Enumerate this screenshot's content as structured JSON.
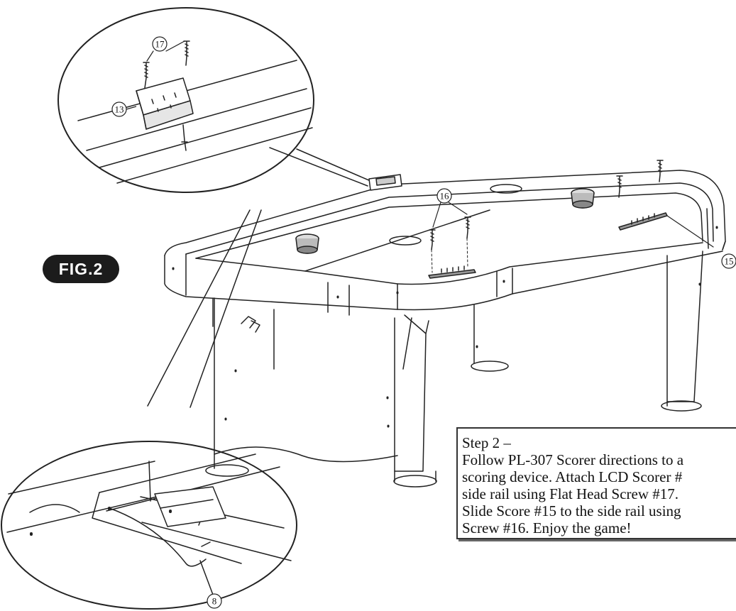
{
  "figure": {
    "label": "FIG.2"
  },
  "callouts": {
    "c17": "17",
    "c13": "13",
    "c16": "16",
    "c15": "15",
    "c8": "8"
  },
  "step_box": {
    "title": "Step 2 –",
    "lines": [
      "Follow PL-307 Scorer directions to a",
      "scoring device. Attach LCD Scorer #",
      "side rail using Flat Head Screw #17. ",
      "Slide Score #15 to the side rail using",
      "Screw #16. Enjoy the game!"
    ]
  }
}
